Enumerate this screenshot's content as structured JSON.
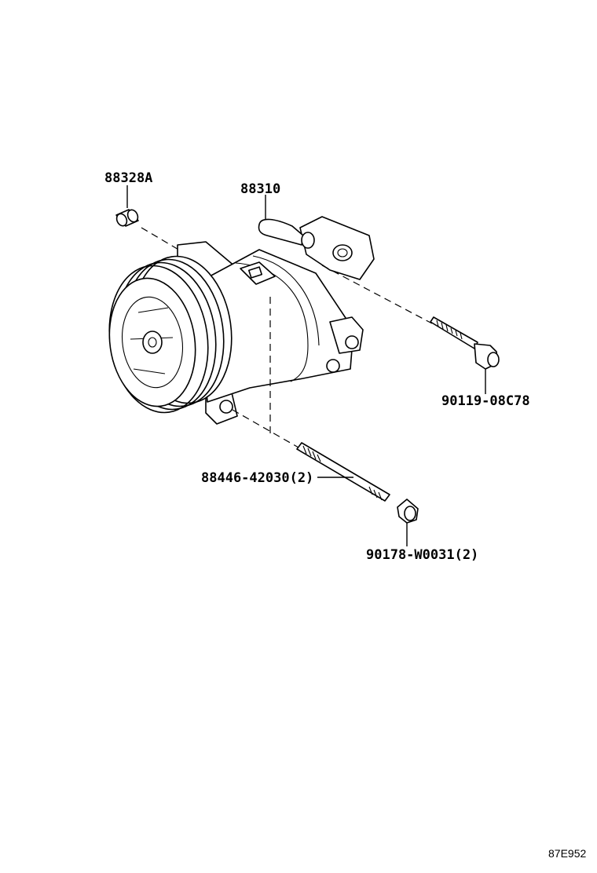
{
  "parts": {
    "bushing": {
      "label": "88328A"
    },
    "compressor": {
      "label": "88310"
    },
    "bolt": {
      "label": "90119-08C78"
    },
    "stud_bolt": {
      "label": "88446-42030(2)"
    },
    "nut": {
      "label": "90178-W0031(2)"
    }
  },
  "diagram_ref": "87E952"
}
